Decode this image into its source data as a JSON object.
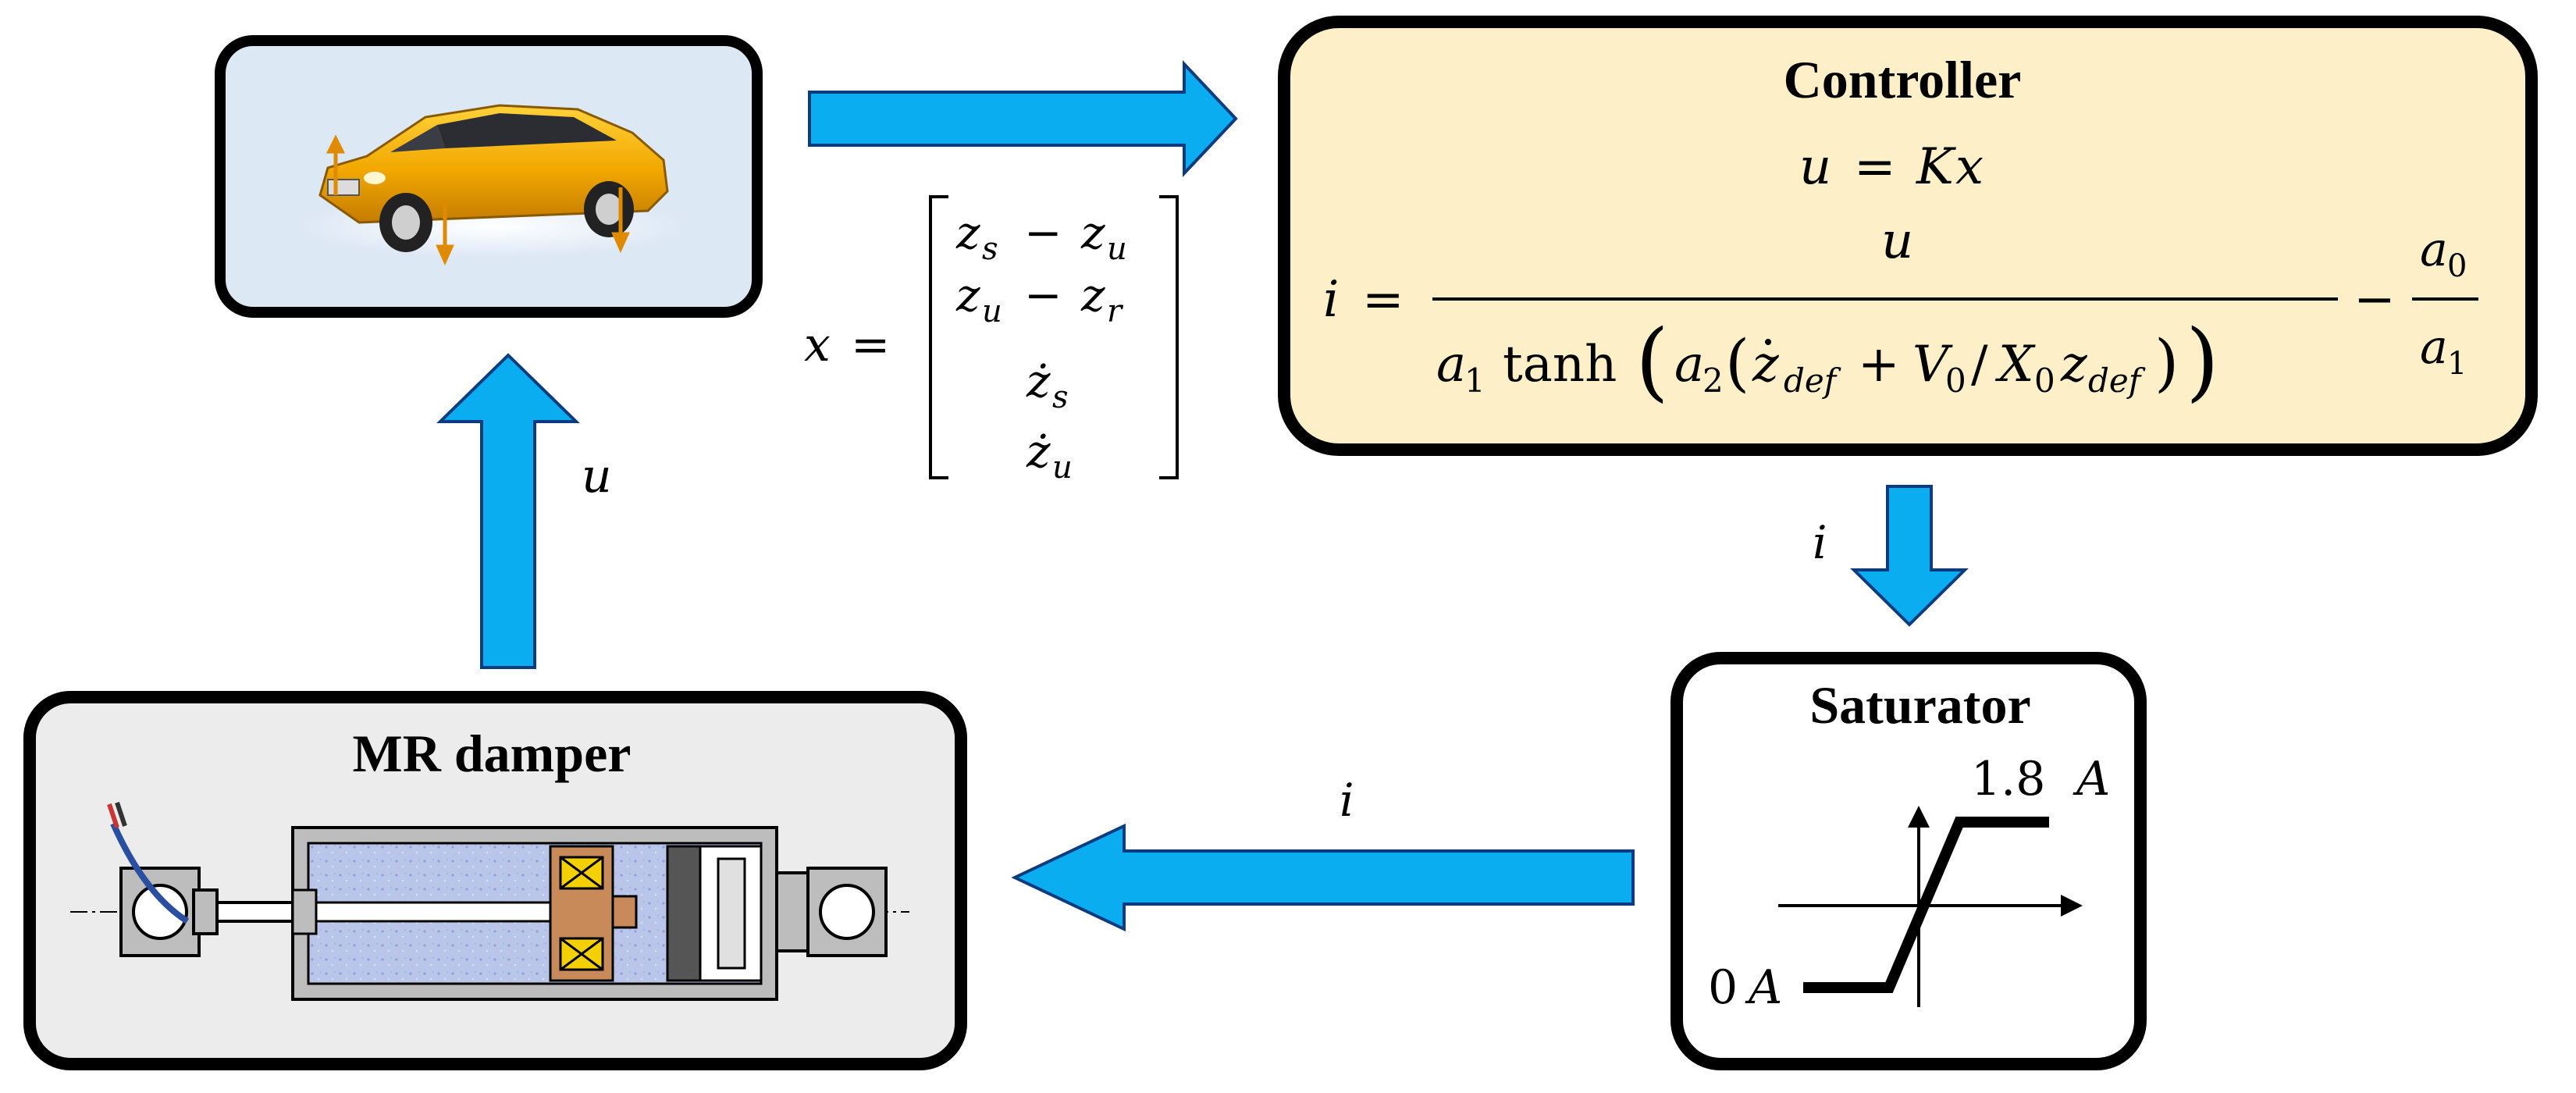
{
  "colors": {
    "arrow_fill": "#0aaef0",
    "arrow_stroke": "#0c3b80",
    "controller_fill": "#fdf0c8",
    "car_panel_fill": "#dde8f5",
    "damper_panel_fill": "#ececec",
    "box_stroke": "#000000"
  },
  "controller": {
    "title": "Controller",
    "eq1": {
      "lhs": "u",
      "op": "=",
      "rhs_K": "K",
      "rhs_x": "x"
    },
    "eq2": {
      "lhs": "i",
      "eq": "=",
      "numerator": "u",
      "a1": "a",
      "a1_sub": "1",
      "tanh": "tanh",
      "a2": "a",
      "a2_sub": "2",
      "zdef_dot": "z",
      "def_sub": "def",
      "plus": "+",
      "V": "V",
      "V_sub": "0",
      "slash": "/",
      "X": "X",
      "X_sub": "0",
      "zdef": "z",
      "minus": "−",
      "frac2_num": "a",
      "frac2_num_sub": "0",
      "frac2_den": "a",
      "frac2_den_sub": "1"
    }
  },
  "state_vector": {
    "lhs": "x",
    "eq": "=",
    "rows": [
      {
        "a": "z",
        "a_sub": "s",
        "op": "−",
        "b": "z",
        "b_sub": "u"
      },
      {
        "a": "z",
        "a_sub": "u",
        "op": "−",
        "b": "z",
        "b_sub": "r"
      },
      {
        "a": "ż",
        "a_sub": "s"
      },
      {
        "a": "ż",
        "a_sub": "u"
      }
    ]
  },
  "labels": {
    "u_arrow": "u",
    "i_arrow_down": "i",
    "i_arrow_left": "i"
  },
  "saturator": {
    "title": "Saturator",
    "upper": "1.8",
    "upper_unit": "A",
    "lower": "0",
    "lower_unit": "A"
  },
  "damper": {
    "title": "MR damper"
  }
}
